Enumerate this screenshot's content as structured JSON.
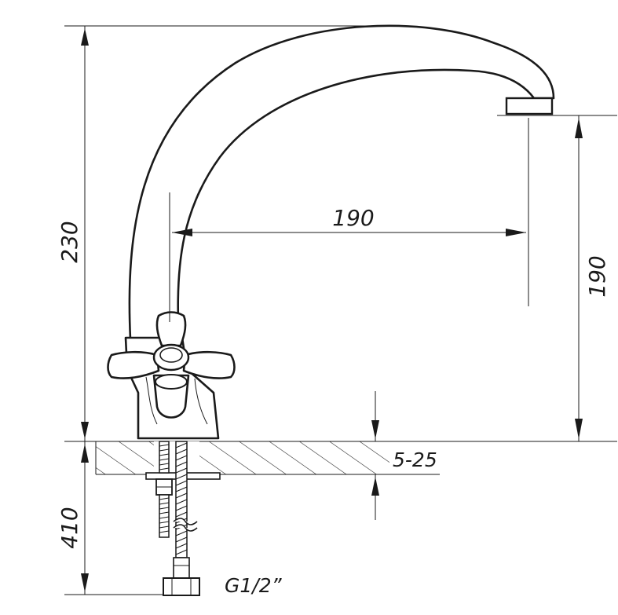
{
  "dimensions": {
    "total_height": "230",
    "spout_reach": "190",
    "spout_height": "190",
    "counter_thickness": "5-25",
    "hose_length": "410",
    "thread": "G1/2”"
  }
}
